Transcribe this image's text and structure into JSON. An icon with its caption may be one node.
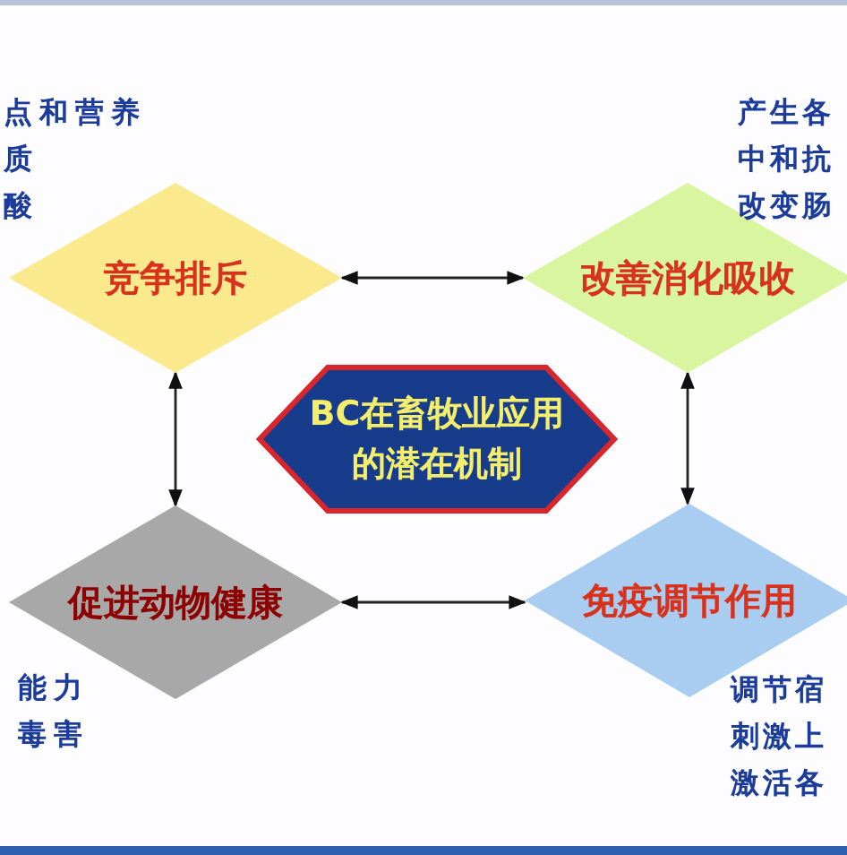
{
  "diagram": {
    "nodes": [
      {
        "text": [
          "竞争排斥"
        ]
      },
      {
        "text": [
          "改善消化吸收"
        ]
      },
      {
        "text": [
          "BC在畜牧业应用的潜在机制"
        ]
      },
      {
        "text": [
          "促进动物健康"
        ]
      },
      {
        "text": [
          "免疫调节作用"
        ]
      }
    ],
    "edges": [
      {
        "from": 0,
        "to": 1,
        "arrow": "both"
      },
      {
        "from": 0,
        "to": 3,
        "arrow": "both"
      },
      {
        "from": 1,
        "to": 4,
        "arrow": "both"
      },
      {
        "from": 3,
        "to": 4,
        "arrow": "both"
      }
    ],
    "labels": [
      "点和营养",
      "质",
      "酸",
      "产生各",
      "中和抗",
      "改变肠",
      "能力",
      "毒害",
      "调节宿",
      "刺激上",
      "激活各"
    ]
  }
}
